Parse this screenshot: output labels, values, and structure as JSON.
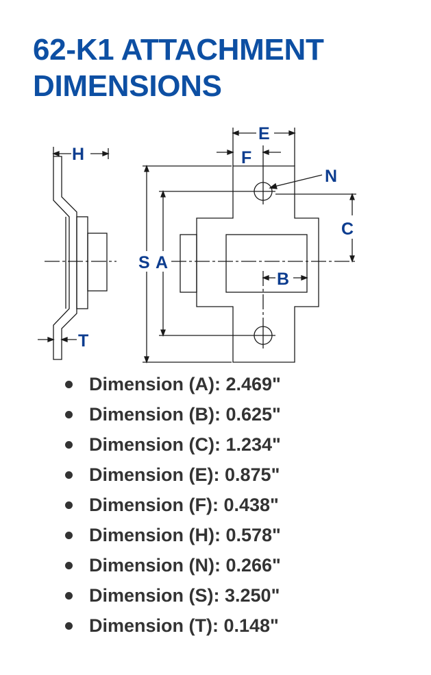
{
  "title": {
    "line1": "62-K1 ATTACHMENT",
    "line2": "DIMENSIONS"
  },
  "accent_color": "#0d4fa3",
  "label_color": "#0d3d8f",
  "drawing": {
    "labels": {
      "h": "H",
      "t": "T",
      "e": "E",
      "f": "F",
      "n": "N",
      "c": "C",
      "s": "S",
      "a": "A",
      "b": "B"
    }
  },
  "dimensions": [
    {
      "text": "Dimension (A): 2.469\""
    },
    {
      "text": "Dimension (B): 0.625\""
    },
    {
      "text": "Dimension (C): 1.234\""
    },
    {
      "text": "Dimension (E): 0.875\""
    },
    {
      "text": "Dimension (F): 0.438\""
    },
    {
      "text": "Dimension (H): 0.578\""
    },
    {
      "text": "Dimension (N): 0.266\""
    },
    {
      "text": "Dimension (S): 3.250\""
    },
    {
      "text": "Dimension (T): 0.148\""
    }
  ]
}
